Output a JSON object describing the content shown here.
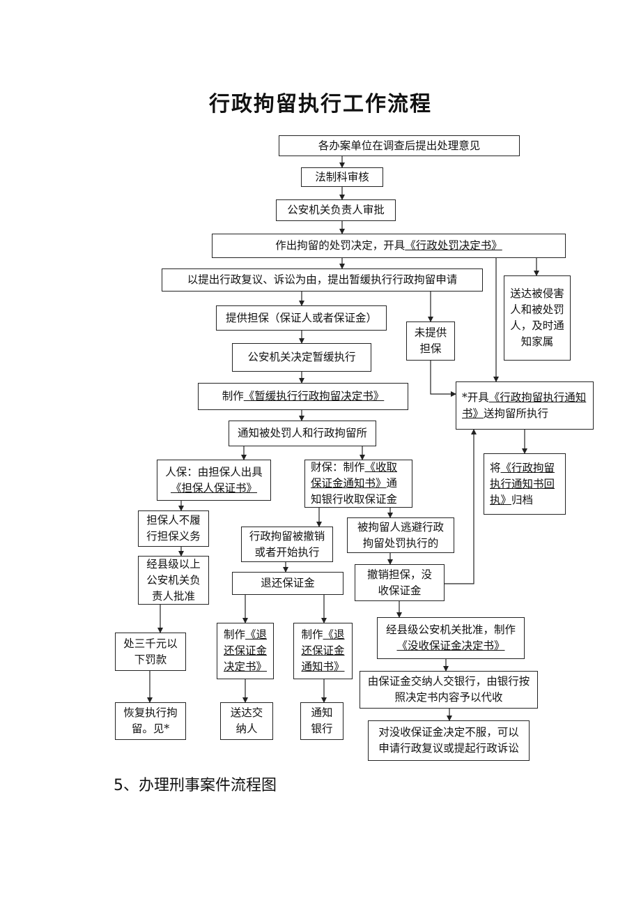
{
  "title": "行政拘留执行工作流程",
  "section_heading": "5、办理刑事案件流程图",
  "boxes": {
    "b1": "各办案单位在调查后提出处理意见",
    "b2": "法制科审核",
    "b3": "公安机关负责人审批",
    "b4_pre": "作出拘留的处罚决定，开具",
    "b4_doc": "《行政处罚决定书》",
    "b5": "以提出行政复议、诉讼为由，提出暂缓执行行政拘留申请",
    "b6": "送达被侵害人和被处罚人，及时通知家属",
    "b7": "提供担保（保证人或者保证金）",
    "b8": "未提供担保",
    "b9": "公安机关决定暂缓执行",
    "b10_pre": "制作",
    "b10_doc": "《暂缓执行行政拘留决定书》",
    "b11_pre": "*开具",
    "b11_doc": "《行政拘留执行通知书》",
    "b11_post": "送拘留所执行",
    "b12": "通知被处罚人和行政拘留所",
    "b13_pre": "人保：由担保人出具",
    "b13_doc": "《担保人保证书》",
    "b14_pre": "财保：制作",
    "b14_doc": "《收取保证金通知书》",
    "b14_post": "通知银行收取保证金",
    "b15_pre": "将",
    "b15_doc": "《行政拘留执行通知书回执》",
    "b15_post": "归档",
    "b16": "担保人不履行担保义务",
    "b17": "行政拘留被撤销或者开始执行",
    "b18": "被拘留人逃避行政拘留处罚执行的",
    "b19": "经县级以上公安机关负责人批准",
    "b20": "退还保证金",
    "b21": "撤销担保，没收保证金",
    "b22_pre": "经县级公安机关批准，制作",
    "b22_doc": "《没收保证金决定书》",
    "b23": "处三千元以下罚款",
    "b24_pre": "制作",
    "b24_doc": "《退还保证金决定书》",
    "b25_pre": "制作",
    "b25_doc": "《退还保证金通知书》",
    "b26": "由保证金交纳人交银行，由银行按照决定书内容予以代收",
    "b27": "恢复执行拘留。见*",
    "b28": "送达交纳人",
    "b29": "通知银行",
    "b30": "对没收保证金决定不服，可以申请行政复议或提起行政诉讼"
  }
}
